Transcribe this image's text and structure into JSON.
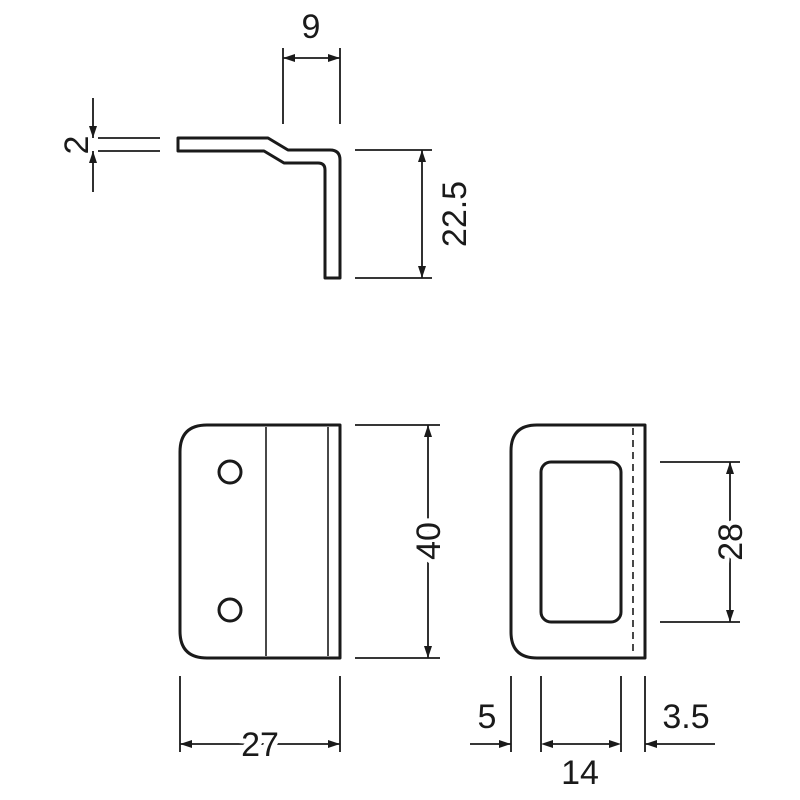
{
  "dimensions": {
    "thickness": "2",
    "offset": "9",
    "flange_height": "22.5",
    "height": "40",
    "width": "27",
    "slot_height": "28",
    "edge_left": "5",
    "slot_width": "14",
    "edge_right": "3.5"
  }
}
